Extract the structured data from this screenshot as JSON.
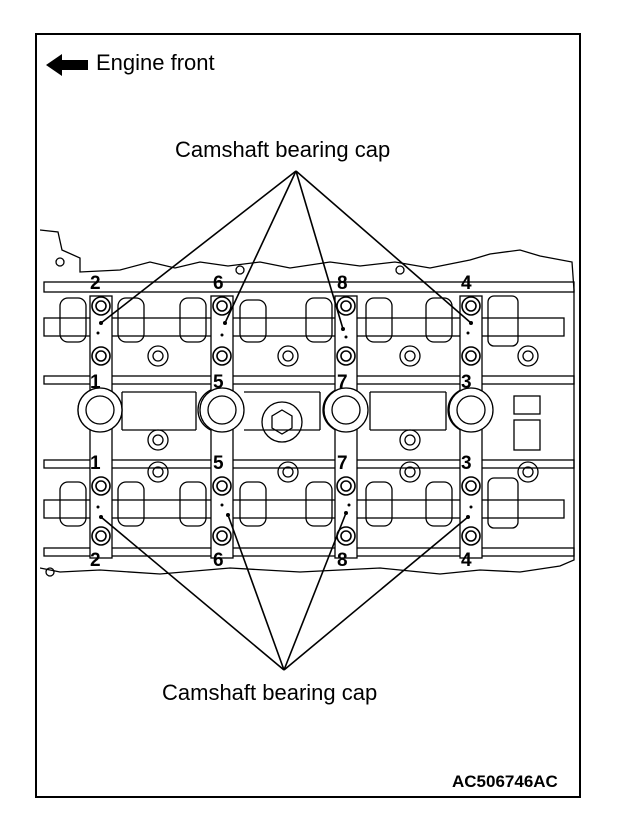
{
  "engine_front_label": "Engine front",
  "top_callout_label": "Camshaft bearing cap",
  "bottom_callout_label": "Camshaft bearing cap",
  "figure_code": "AC506746AC",
  "bolt_numbers": {
    "top_row_upper": [
      "2",
      "6",
      "8",
      "4"
    ],
    "middle_row": [
      "1",
      "5",
      "7",
      "3"
    ],
    "lower_row_upper": [
      "1",
      "5",
      "7",
      "3"
    ],
    "bottom_row": [
      "2",
      "6",
      "8",
      "4"
    ]
  },
  "icons": {
    "direction_arrow": "left-arrow-icon"
  },
  "colors": {
    "line": "#000000",
    "background": "#ffffff"
  }
}
